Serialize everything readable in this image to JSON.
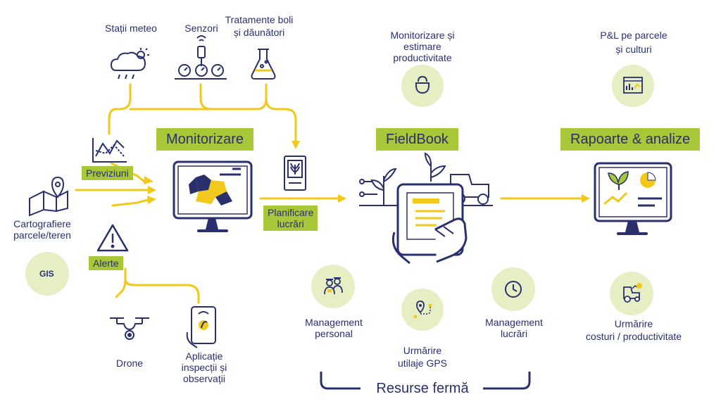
{
  "sources": {
    "meteo": "Stații meteo",
    "senzori": "Senzori",
    "tratamente_1": "Tratamente boli",
    "tratamente_2": "și dăunători"
  },
  "left": {
    "cartografiere_1": "Cartografiere",
    "cartografiere_2": "parcele/teren",
    "gis": "GIS",
    "previziuni": "Previziuni",
    "alerte": "Alerte",
    "drone": "Drone",
    "aplicatie_1": "Aplicație",
    "aplicatie_2": "inspecții și",
    "aplicatie_3": "observații"
  },
  "stages": {
    "monitorizare": "Monitorizare",
    "planificare_1": "Planificare",
    "planificare_2": "lucrări",
    "fieldbook": "FieldBook",
    "rapoarte": "Rapoarte & analize"
  },
  "fieldbook_top": {
    "line1": "Monitorizare și",
    "line2": "estimare",
    "line3": "productivitate"
  },
  "resources": {
    "personal_1": "Management",
    "personal_2": "personal",
    "gps_1": "Urmărire",
    "gps_2": "utilaje GPS",
    "lucrari_1": "Management",
    "lucrari_2": "lucrări",
    "group": "Resurse fermă"
  },
  "reports": {
    "pl_1": "P&L pe parcele",
    "pl_2": "și culturi",
    "costuri_1": "Urmărire",
    "costuri_2": "costuri / productivitate"
  },
  "colors": {
    "navy": "#2a2f6e",
    "yellow": "#f2c81b",
    "green": "#a8c83a",
    "light_green": "#e6efc4"
  }
}
